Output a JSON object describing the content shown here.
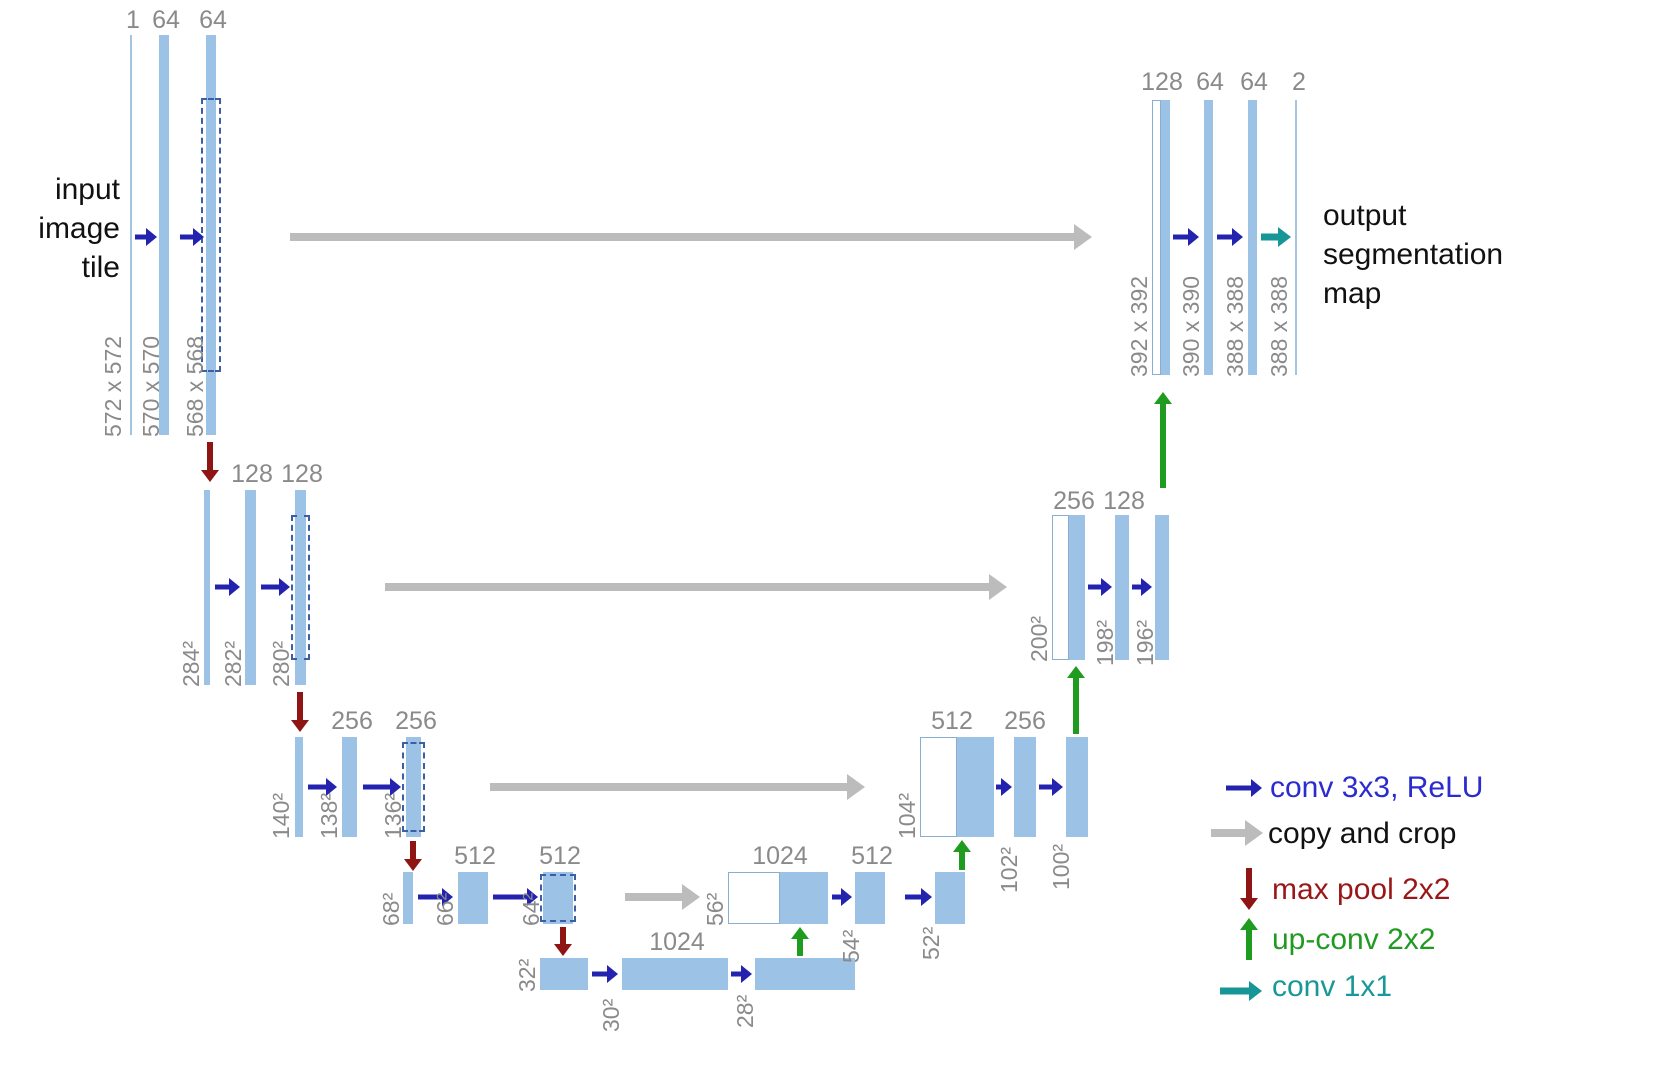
{
  "figure": {
    "input_note": "input\nimage\ntile",
    "output_note": "output\nsegmentation\nmap"
  },
  "encoder": {
    "level1": {
      "channels": [
        "1",
        "64",
        "64"
      ],
      "sizes": [
        "572 x 572",
        "570 x 570",
        "568 x 568"
      ]
    },
    "level2": {
      "channels": [
        "128",
        "128"
      ],
      "sizes": [
        "284²",
        "282²",
        "280²"
      ]
    },
    "level3": {
      "channels": [
        "256",
        "256"
      ],
      "sizes": [
        "140²",
        "138²",
        "136²"
      ]
    },
    "level4": {
      "channels": [
        "512",
        "512"
      ],
      "sizes": [
        "68²",
        "66²",
        "64²"
      ]
    }
  },
  "bottleneck": {
    "channels": [
      "1024"
    ],
    "sizes": [
      "32²",
      "30²",
      "28²"
    ]
  },
  "decoder": {
    "level4": {
      "channels": [
        "1024",
        "512"
      ],
      "sizes": [
        "56²",
        "54²",
        "52²"
      ]
    },
    "level3": {
      "channels": [
        "512",
        "256"
      ],
      "sizes": [
        "104²",
        "102²",
        "100²"
      ]
    },
    "level2": {
      "channels": [
        "256",
        "128"
      ],
      "sizes": [
        "200²",
        "198²",
        "196²"
      ]
    },
    "level1": {
      "channels": [
        "128",
        "64",
        "64",
        "2"
      ],
      "sizes": [
        "392 x 392",
        "390 x 390",
        "388 x 388",
        "388 x 388"
      ]
    }
  },
  "legend": {
    "conv": "conv 3x3, ReLU",
    "copy": "copy and crop",
    "maxpool": "max pool 2x2",
    "upconv": "up-conv 2x2",
    "conv1x1": "conv 1x1"
  },
  "colors": {
    "feature_map": "#9cc3e6",
    "conv_arrow": "#2323b0",
    "copy_arrow": "#bcbcbc",
    "maxpool_arrow": "#8f1414",
    "upconv_arrow": "#1f9c1f",
    "conv1x1_arrow": "#169696",
    "label": "#8a8a8a"
  }
}
